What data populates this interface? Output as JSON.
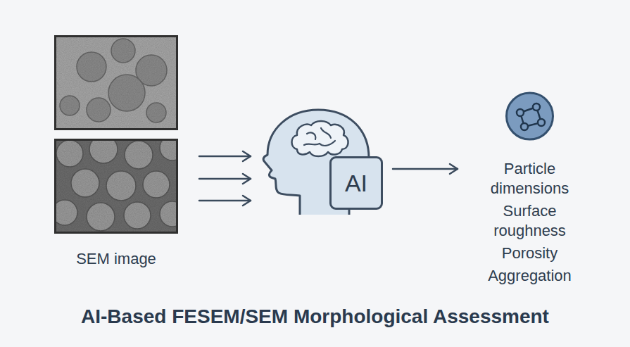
{
  "diagram": {
    "title": "AI-Based FESEM/SEM Morphological Assessment",
    "nodes": [
      {
        "text": [
          "SEM image"
        ]
      },
      {
        "text": [
          "AI"
        ]
      },
      {
        "text": [
          "Particle dimensions",
          "Surface roughness",
          "Porosity",
          "Aggregation"
        ]
      }
    ],
    "edges": [
      {
        "from": 0,
        "to": 1,
        "arrow": "to"
      },
      {
        "from": 0,
        "to": 1,
        "arrow": "to"
      },
      {
        "from": 0,
        "to": 1,
        "arrow": "to"
      },
      {
        "from": 1,
        "to": 2,
        "arrow": "to"
      }
    ]
  }
}
